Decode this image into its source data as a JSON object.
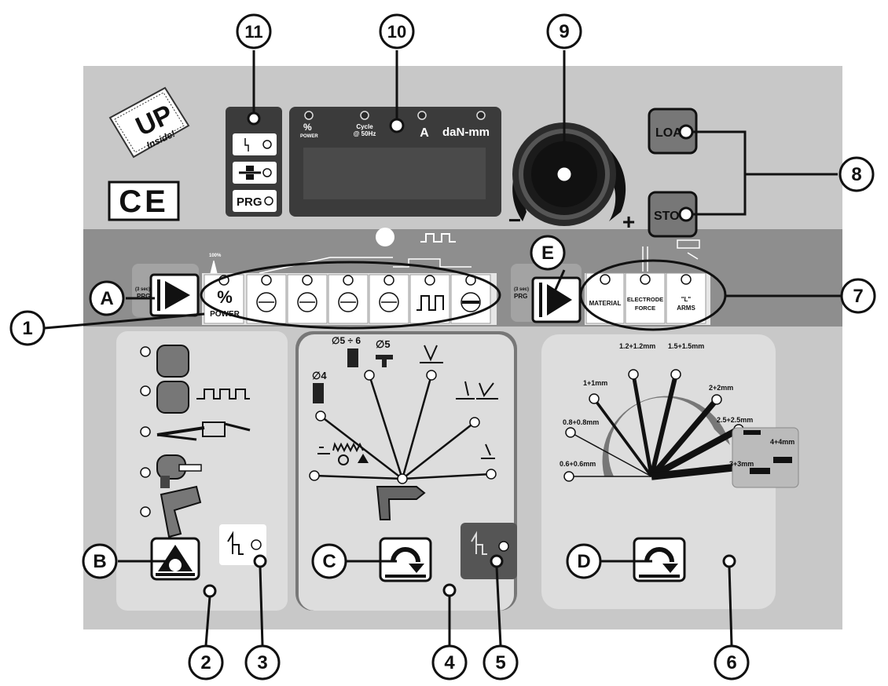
{
  "callouts": [
    "1",
    "2",
    "3",
    "4",
    "5",
    "6",
    "7",
    "8",
    "9",
    "10",
    "11"
  ],
  "keys": {
    "a": "A",
    "b": "B",
    "c": "C",
    "d": "D",
    "e": "E"
  },
  "display": {
    "power_pct": "%",
    "power_word": "POWER",
    "cycle_line1": "Cycle",
    "cycle_line2": "@ 50Hz",
    "amps": "A",
    "force": "daN-mm"
  },
  "logo": {
    "main": "UP",
    "sub": "Inside!"
  },
  "ce_mark": "CE",
  "mode_panel": {
    "prg": "PRG"
  },
  "buttons": {
    "load": "LOA",
    "store": "STO"
  },
  "knob": {
    "minus": "−",
    "plus": "+"
  },
  "strip": {
    "hundred": "100%",
    "sec_left": "(3 sec)",
    "prg_left": "PRG",
    "sec_right": "(3 sec)",
    "prg_right": "PRG",
    "pct": "%",
    "power": "POWER",
    "material": "MATERIAL",
    "electrode_1": "ELECTRODE",
    "electrode_2": "FORCE",
    "arms_1": "\"L\"",
    "arms_2": "ARMS"
  },
  "panel_c": {
    "d4": "∅4",
    "d56": "∅5 ÷ 6",
    "d5": "∅5"
  },
  "panel_d": {
    "t1": "1.2+1.2mm",
    "t2": "1.5+1.5mm",
    "t3": "1+1mm",
    "t4": "2+2mm",
    "t5": "0.8+0.8mm",
    "t6": "2.5+2.5mm",
    "t7": "4+4mm",
    "t8": "0.6+0.6mm",
    "t9": "3+3mm"
  },
  "colors": {
    "panel": "#c8c8c8",
    "strip": "#8a8a8a",
    "display": "#3b3b3b",
    "screen": "#4a4a4a"
  }
}
